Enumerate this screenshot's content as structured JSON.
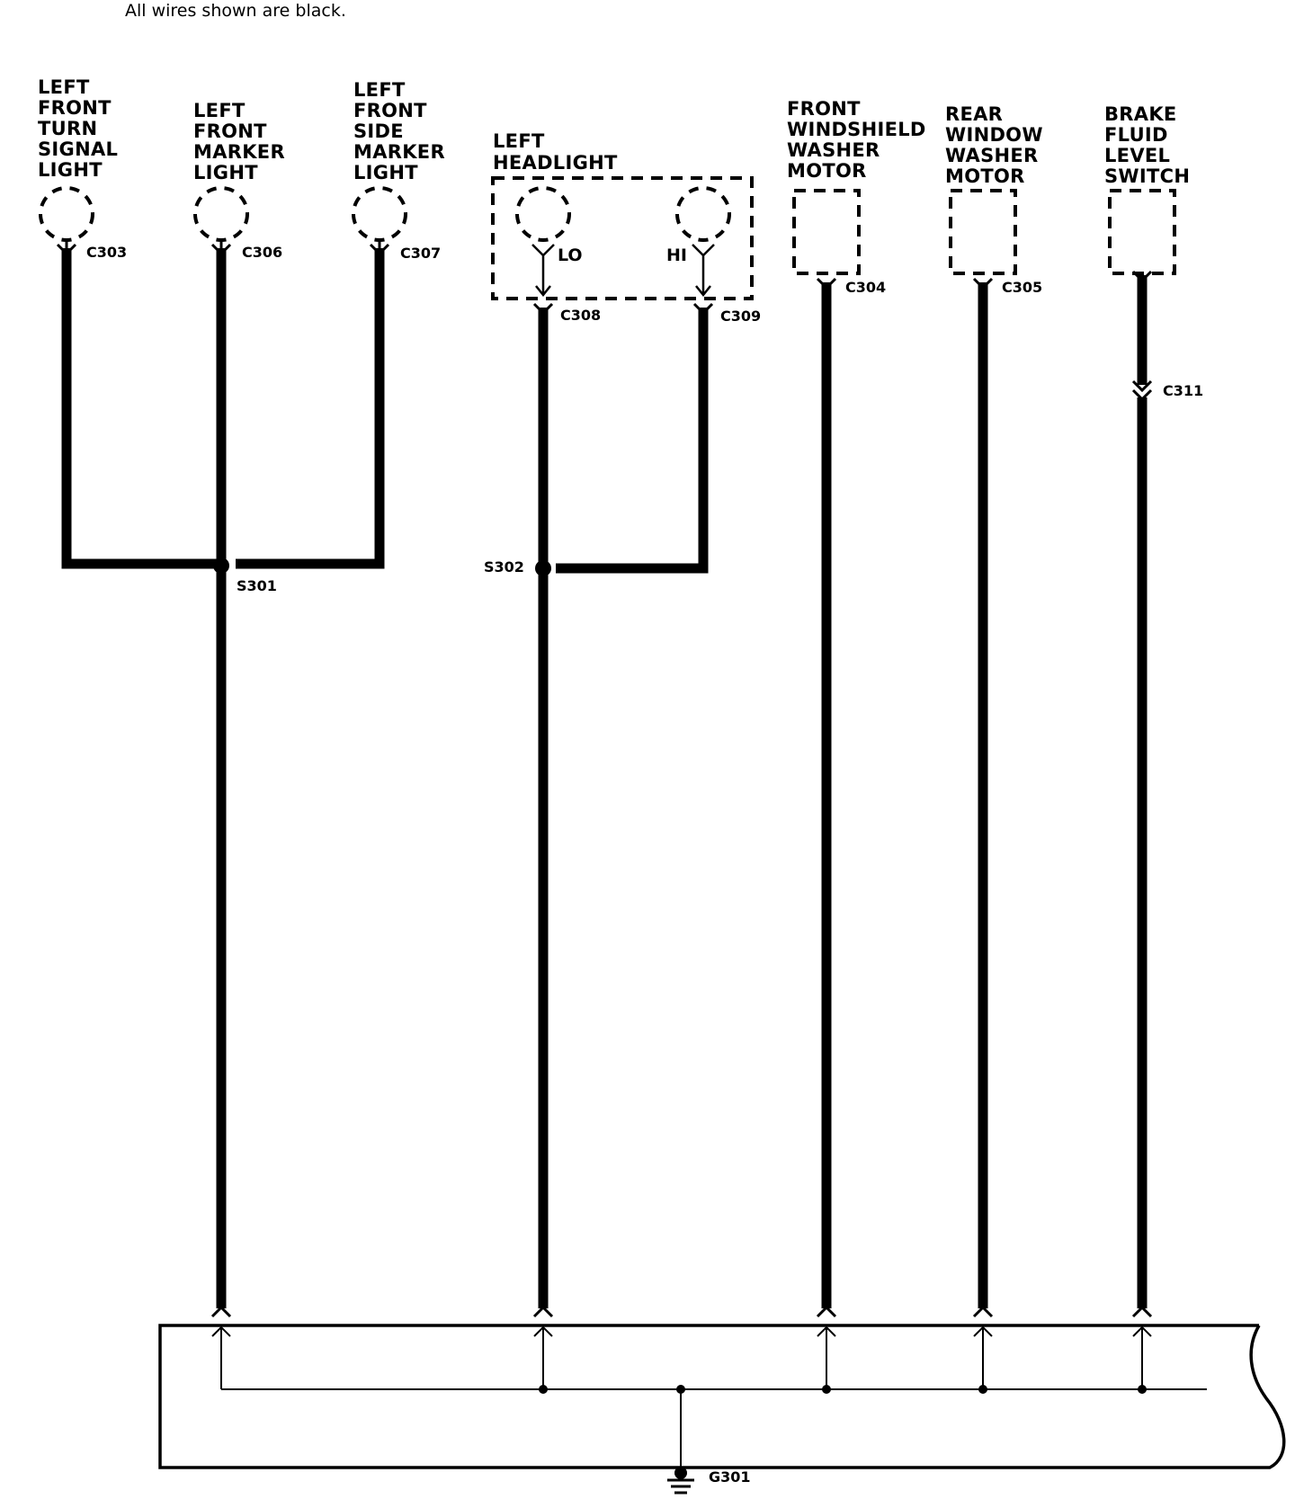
{
  "note": "All wires shown are black.",
  "components": {
    "turn_signal": [
      "LEFT",
      "FRONT",
      "TURN",
      "SIGNAL",
      "LIGHT"
    ],
    "marker": [
      "LEFT",
      "FRONT",
      "MARKER",
      "LIGHT"
    ],
    "side_marker": [
      "LEFT",
      "FRONT",
      "SIDE",
      "MARKER",
      "LIGHT"
    ],
    "headlight": [
      "LEFT",
      "HEADLIGHT"
    ],
    "windshield_washer": [
      "FRONT",
      "WINDSHIELD",
      "WASHER",
      "MOTOR"
    ],
    "rear_washer": [
      "REAR",
      "WINDOW",
      "WASHER",
      "MOTOR"
    ],
    "brake_switch": [
      "BRAKE",
      "FLUID",
      "LEVEL",
      "SWITCH"
    ]
  },
  "headlight_terminals": {
    "lo": "LO",
    "hi": "HI"
  },
  "connectors": {
    "c303": "C303",
    "c306": "C306",
    "c307": "C307",
    "c308": "C308",
    "c309": "C309",
    "c304": "C304",
    "c305": "C305",
    "c311": "C311"
  },
  "splices": {
    "s301": "S301",
    "s302": "S302"
  },
  "ground": "G301"
}
